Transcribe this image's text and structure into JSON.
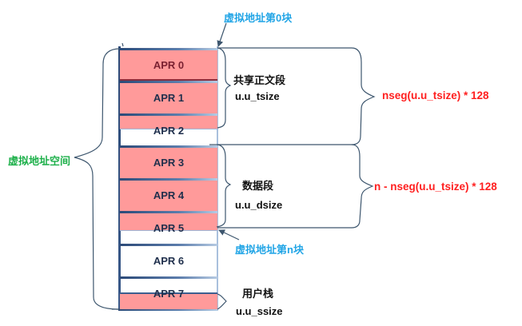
{
  "memory_column": {
    "rows": [
      {
        "label": "APR 0",
        "fill_fraction": 1.0,
        "fill_from": "top"
      },
      {
        "label": "APR 1",
        "fill_fraction": 1.0,
        "fill_from": "top"
      },
      {
        "label": "APR 2",
        "fill_fraction": 0.46,
        "fill_from": "top"
      },
      {
        "label": "APR 3",
        "fill_fraction": 1.0,
        "fill_from": "top"
      },
      {
        "label": "APR 4",
        "fill_fraction": 1.0,
        "fill_from": "top"
      },
      {
        "label": "APR 5",
        "fill_fraction": 0.58,
        "fill_from": "top"
      },
      {
        "label": "APR 6",
        "fill_fraction": 0.0,
        "fill_from": "top"
      },
      {
        "label": "APR 7",
        "fill_fraction": 0.47,
        "fill_from": "bottom"
      }
    ]
  },
  "annotations": {
    "virtual_address_space": "虚拟地址空间",
    "block_0": "虚拟地址第0块",
    "block_n": "虚拟地址第n块"
  },
  "segments": [
    {
      "name": "共享正文段",
      "size": "u.u_tsize",
      "formula": "nseg(u.u_tsize) * 128"
    },
    {
      "name": "数据段",
      "size": "u.u_dsize",
      "formula": "n - nseg(u.u_tsize) * 128"
    },
    {
      "name": "用户栈",
      "size": "u.u_ssize"
    }
  ],
  "colors": {
    "filled": "#ff9a9a",
    "empty": "#ffffff",
    "block_label": "#22a5e6",
    "space_label": "#1db04a",
    "formula": "#ff1f1f",
    "border": "#2c4a78",
    "bracket": "#3d566e"
  }
}
